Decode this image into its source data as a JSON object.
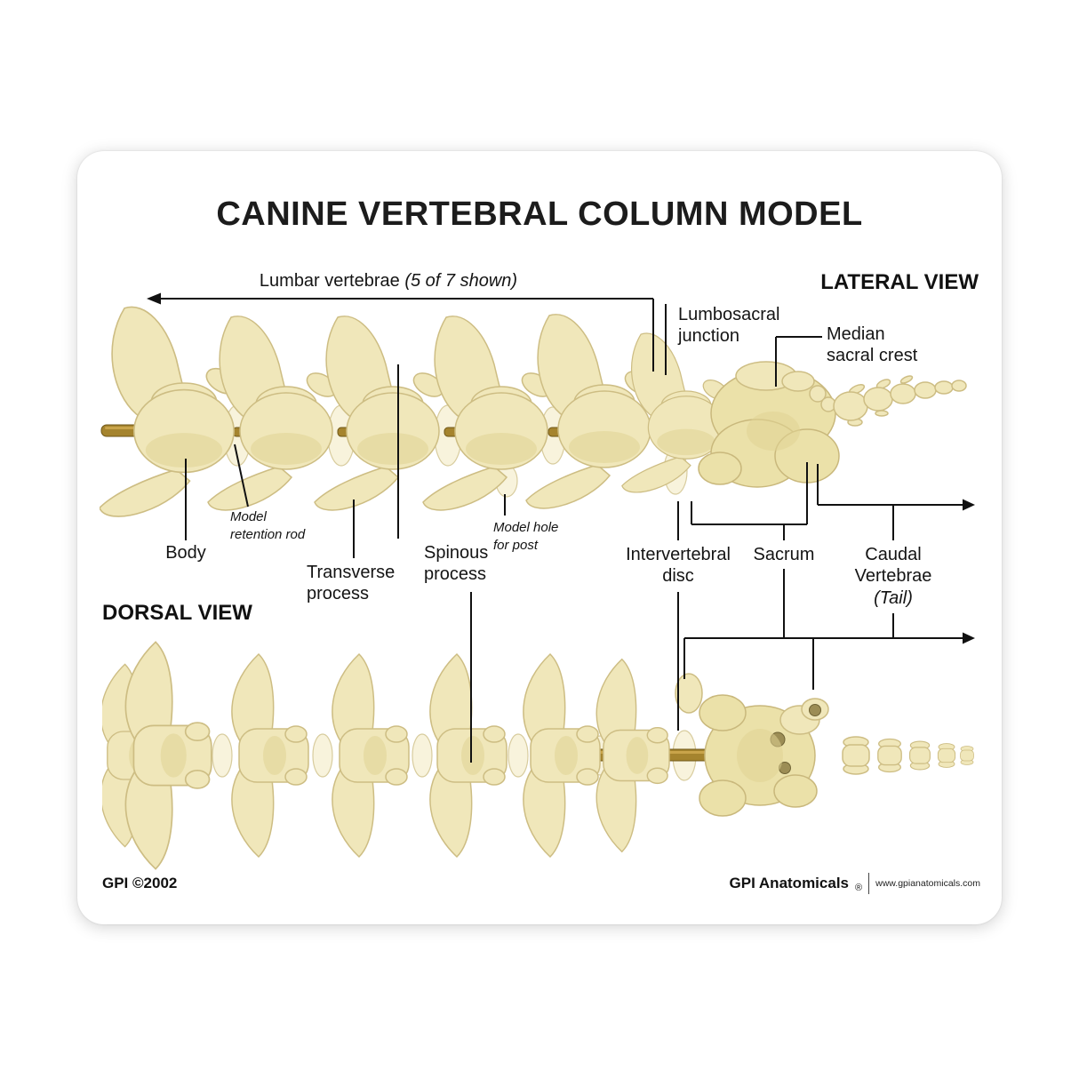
{
  "card": {
    "title": "CANINE VERTEBRAL COLUMN MODEL",
    "lateral_view_label": "LATERAL VIEW",
    "dorsal_view_label": "DORSAL VIEW",
    "annotations": {
      "lumbar": {
        "text": "Lumbar vertebrae",
        "note": "(5 of 7 shown)"
      },
      "lumbosacral": {
        "lines": [
          "Lumbosacral",
          "junction"
        ]
      },
      "median_crest": {
        "lines": [
          "Median",
          "sacral crest"
        ]
      },
      "body": {
        "text": "Body"
      },
      "retention_rod": {
        "lines": [
          "Model",
          "retention rod"
        ]
      },
      "transverse": {
        "lines": [
          "Transverse",
          "process"
        ]
      },
      "spinous": {
        "lines": [
          "Spinous",
          "process"
        ]
      },
      "model_hole": {
        "lines": [
          "Model hole",
          "for post"
        ]
      },
      "disc": {
        "lines": [
          "Intervertebral",
          "disc"
        ]
      },
      "sacrum": {
        "text": "Sacrum"
      },
      "caudal": {
        "lines": [
          "Caudal",
          "Vertebrae"
        ],
        "note": "(Tail)"
      }
    },
    "footer": {
      "copyright": "GPI ©2002",
      "brand": "GPI Anatomicals",
      "registered": "®",
      "website": "www.gpianatomicals.com"
    },
    "colors": {
      "bone": "#F0E7BA",
      "bone_shadow": "#E0D494",
      "disc": "#F8F3DC",
      "rod_brass": "#A5842E",
      "line": "#111111"
    }
  }
}
